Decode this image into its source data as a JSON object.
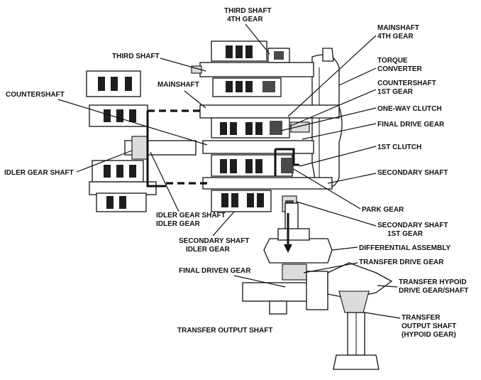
{
  "labels": {
    "third_shaft_4th_gear": [
      "THIRD SHAFT",
      "4TH GEAR"
    ],
    "third_shaft": [
      "THIRD SHAFT"
    ],
    "mainshaft": [
      "MAINSHAFT"
    ],
    "countershaft": [
      "COUNTERSHAFT"
    ],
    "idler_gear_shaft": [
      "IDLER GEAR SHAFT"
    ],
    "idler_gear_shaft_idler_gear": [
      "IDLER GEAR SHAFT",
      "IDLER GEAR"
    ],
    "secondary_shaft_idler_gear": [
      "SECONDARY SHAFT",
      "IDLER GEAR"
    ],
    "final_driven_gear": [
      "FINAL DRIVEN GEAR"
    ],
    "transfer_output_shaft": [
      "TRANSFER OUTPUT SHAFT"
    ],
    "mainshaft_4th_gear": [
      "MAINSHAFT",
      "4TH GEAR"
    ],
    "torque_converter": [
      "TORQUE",
      "CONVERTER"
    ],
    "countershaft_1st_gear": [
      "COUNTERSHAFT",
      "1ST GEAR"
    ],
    "one_way_clutch": [
      "ONE-WAY CLUTCH"
    ],
    "final_drive_gear": [
      "FINAL DRIVE GEAR"
    ],
    "first_clutch": [
      "1ST CLUTCH"
    ],
    "secondary_shaft": [
      "SECONDARY SHAFT"
    ],
    "park_gear": [
      "PARK GEAR"
    ],
    "secondary_shaft_1st_gear": [
      "SECONDARY SHAFT",
      "1ST GEAR"
    ],
    "differential_assembly": [
      "DIFFERENTIAL ASSEMBLY"
    ],
    "transfer_drive_gear": [
      "TRANSFER DRIVE GEAR"
    ],
    "transfer_hypoid": [
      "TRANSFER HYPOID",
      "DRIVE GEAR/SHAFT"
    ],
    "transfer_output_hypoid": [
      "TRANSFER",
      "OUTPUT SHAFT",
      "(HYPOID GEAR)"
    ]
  },
  "colors": {
    "ink": "#111111",
    "paper": "#ffffff",
    "shade": "#dcdcdc"
  }
}
